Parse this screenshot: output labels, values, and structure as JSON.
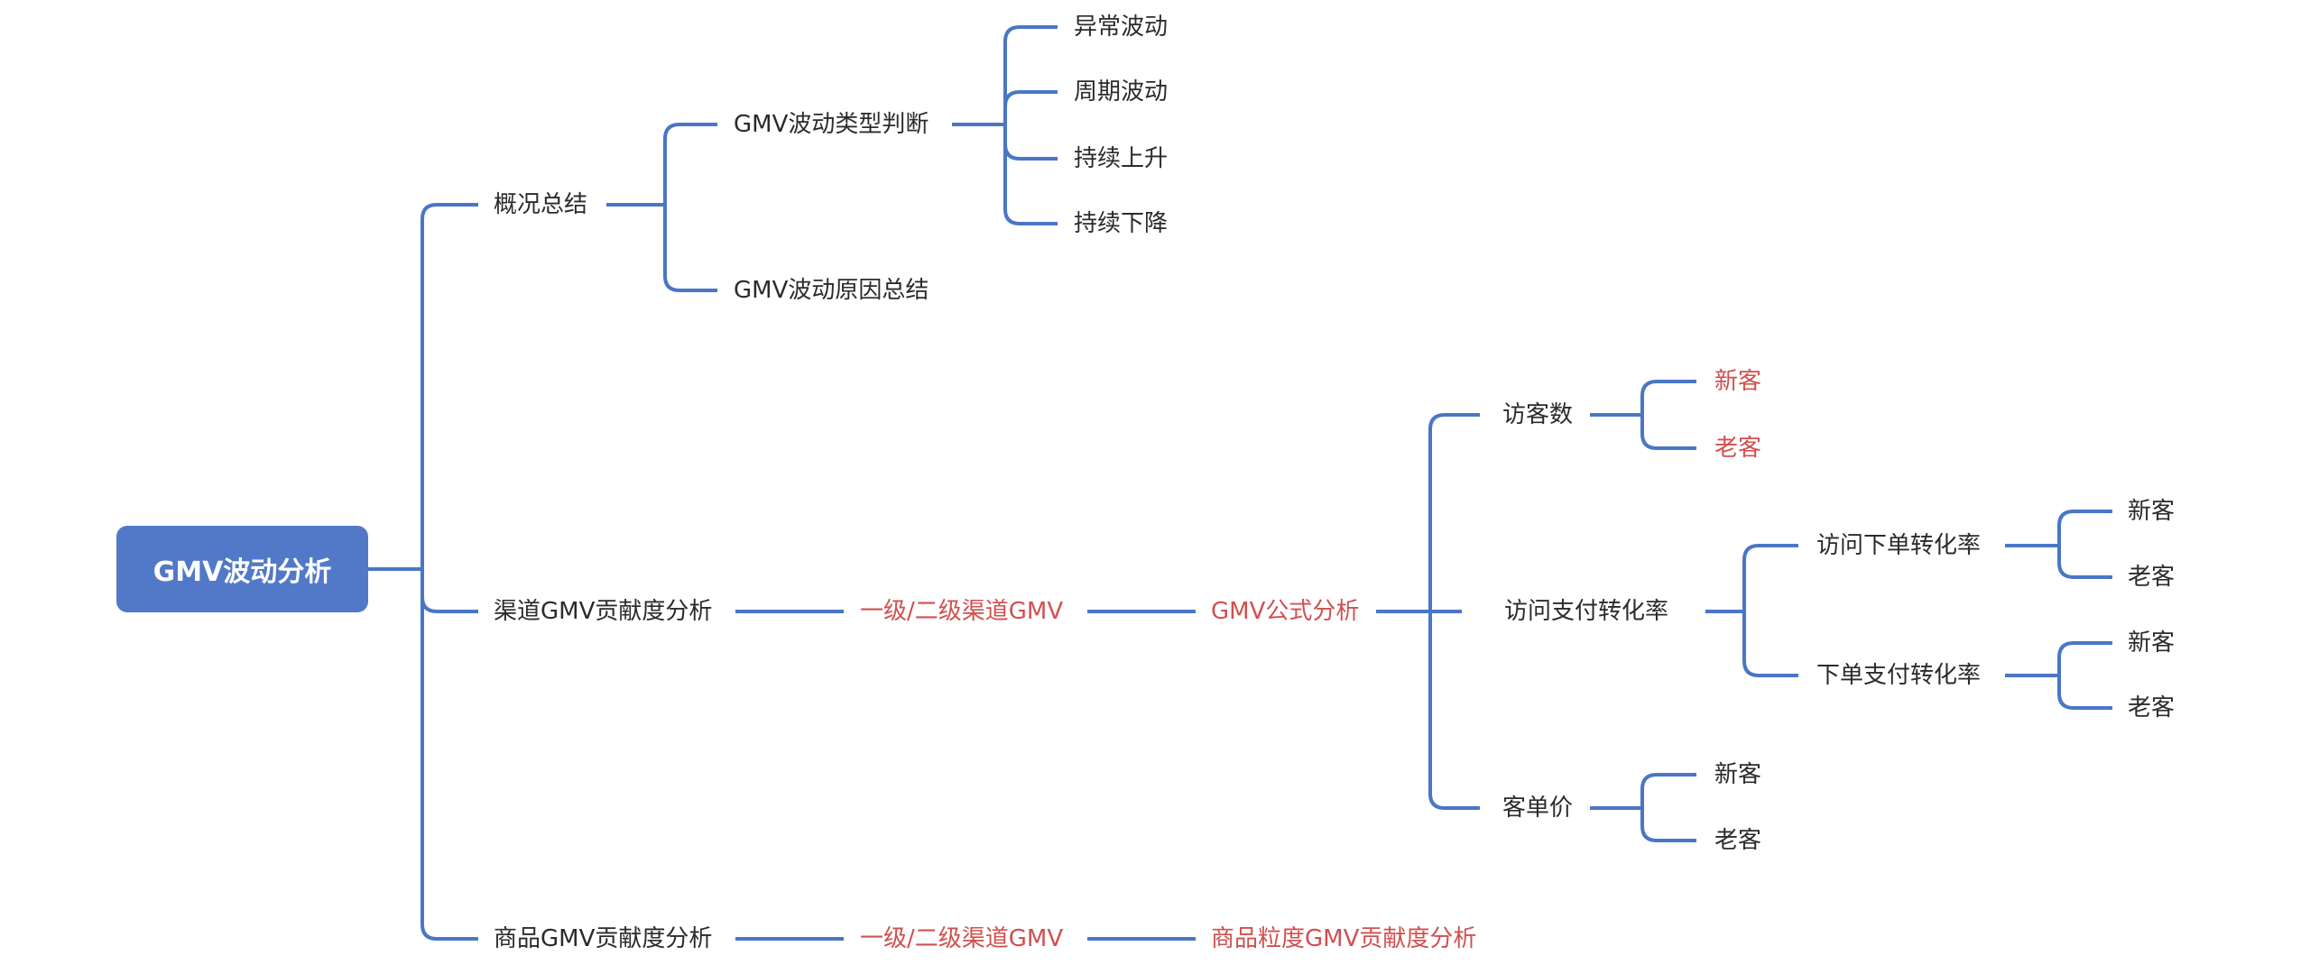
{
  "colors": {
    "line": "#4A76C6",
    "root_fill": "#5179C8",
    "text": "#2b2b2b",
    "highlight": "#D0504F"
  },
  "root": {
    "label": "GMV波动分析"
  },
  "overview": {
    "label": "概况总结",
    "type_judgement": {
      "label": "GMV波动类型判断",
      "children": [
        "异常波动",
        "周期波动",
        "持续上升",
        "持续下降"
      ]
    },
    "cause_summary": {
      "label": "GMV波动原因总结"
    }
  },
  "channel": {
    "label": "渠道GMV贡献度分析",
    "level": "一级/二级渠道GMV",
    "formula": "GMV公式分析",
    "visitors": {
      "label": "访客数",
      "children": [
        "新客",
        "老客"
      ]
    },
    "pay_conversion": {
      "label": "访问支付转化率",
      "visit_order": {
        "label": "访问下单转化率",
        "children": [
          "新客",
          "老客"
        ]
      },
      "order_pay": {
        "label": "下单支付转化率",
        "children": [
          "新客",
          "老客"
        ]
      }
    },
    "unit_price": {
      "label": "客单价",
      "children": [
        "新客",
        "老客"
      ]
    }
  },
  "product": {
    "label": "商品GMV贡献度分析",
    "level": "一级/二级渠道GMV",
    "granularity": "商品粒度GMV贡献度分析"
  }
}
